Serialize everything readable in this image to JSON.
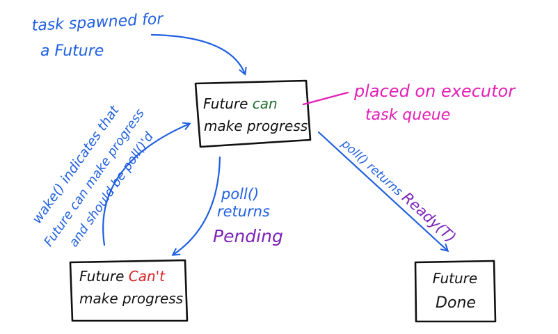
{
  "colors": {
    "ink": "#111111",
    "blue": "#1f5fe0",
    "green": "#1e6b2c",
    "red": "#d9252b",
    "magenta": "#e21fb4",
    "purple": "#7b22b8"
  },
  "nodes": {
    "can_progress": {
      "line1_a": "Future ",
      "line1_b": "can",
      "line2": "make progress"
    },
    "cant_progress": {
      "line1_a": "Future ",
      "line1_b": "Can't",
      "line2": "make progress"
    },
    "done": {
      "line1": "Future",
      "line2": "Done"
    }
  },
  "labels": {
    "spawn": {
      "line1": "task spawned for",
      "line2": "a Future"
    },
    "queue": {
      "line1": "placed on executor",
      "line2": "task queue"
    },
    "wake": {
      "line1": "wake() indicates that",
      "line2": "Future can make progress",
      "line3": "and should be poll()'d"
    },
    "poll_pending": {
      "line1": "poll()",
      "line2": "returns",
      "line3": "Pending"
    },
    "poll_ready": {
      "line1": "poll() returns ",
      "line2": "Ready(T)"
    }
  }
}
